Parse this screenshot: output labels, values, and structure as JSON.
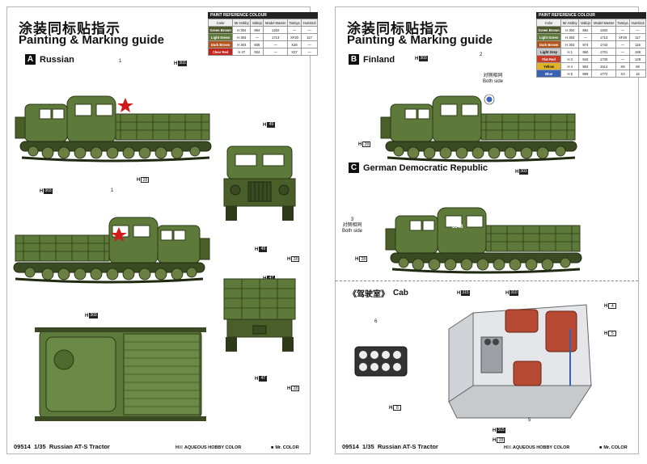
{
  "left": {
    "title_cn": "涂装同标贴指示",
    "title_en": "Painting & Marking guide",
    "ref_table": {
      "caption": "PAINT REFERENCE COLOUR",
      "headers": [
        "Color",
        "Mr.Hobby",
        "Vallejo",
        "Model Master",
        "Tamiya",
        "Humbrol"
      ],
      "rows": [
        {
          "name": "Green Brown",
          "color": "#4e5a2c",
          "hobby": "H 304",
          "vallejo": "884",
          "model": "1402",
          "tamiya": "—",
          "humbrol": "—"
        },
        {
          "name": "Light Green",
          "color": "#5d7a3a",
          "hobby": "H 303",
          "vallejo": "—",
          "model": "1713",
          "tamiya": "XF20",
          "humbrol": "117"
        },
        {
          "name": "Dark Brown",
          "color": "#b1551c",
          "hobby": "H 303",
          "vallejo": "835",
          "model": "—",
          "tamiya": "X26",
          "humbrol": "—"
        },
        {
          "name": "Clear Red",
          "color": "#c3231a",
          "hobby": "H 47",
          "vallejo": "934",
          "model": "—",
          "tamiya": "X27",
          "humbrol": "—"
        }
      ]
    },
    "section": {
      "letter": "A",
      "name": "Russian"
    },
    "labels": {
      "l1": "303",
      "l2": "49",
      "l3": "28",
      "l4": "303",
      "l5": "49",
      "l6": "28",
      "l7": "303",
      "l8": "47",
      "l9": "28"
    },
    "callouts": {
      "c1": "1",
      "c2": "1"
    },
    "footer_code": "09514",
    "footer_scale": "1/35",
    "footer_name": "Russian AT-S Tractor",
    "brand_aqueous": "AQUEOUS HOBBY COLOR",
    "brand_mr": "Mr. COLOR"
  },
  "right": {
    "title_cn": "涂装同标贴指示",
    "title_en": "Painting & Marking guide",
    "ref_table": {
      "caption": "PAINT REFERENCE COLOUR",
      "headers": [
        "Color",
        "Mr.Hobby",
        "Vallejo",
        "Model Master",
        "Tamiya",
        "Humbrol"
      ],
      "rows": [
        {
          "name": "Green Brown",
          "color": "#4e5a2c",
          "hobby": "H 304",
          "vallejo": "884",
          "model": "1402",
          "tamiya": "—",
          "humbrol": "—"
        },
        {
          "name": "Light Green",
          "color": "#5d7a3a",
          "hobby": "H 303",
          "vallejo": "—",
          "model": "1713",
          "tamiya": "XF20",
          "humbrol": "117"
        },
        {
          "name": "Dark Brown",
          "color": "#b1551c",
          "hobby": "H 303",
          "vallejo": "874",
          "model": "1742",
          "tamiya": "—",
          "humbrol": "116"
        },
        {
          "name": "Light Grey",
          "color": "#c9c9c9",
          "hobby": "H 1",
          "vallejo": "950",
          "model": "1701",
          "tamiya": "—",
          "humbrol": "186"
        },
        {
          "name": "Flat Red",
          "color": "#c63b2a",
          "hobby": "H 3",
          "vallejo": "943",
          "model": "1730",
          "tamiya": "—",
          "humbrol": "129"
        },
        {
          "name": "Yellow",
          "color": "#e0b22a",
          "hobby": "H 4",
          "vallejo": "953",
          "model": "1514",
          "tamiya": "X8",
          "humbrol": "69"
        },
        {
          "name": "Blue",
          "color": "#3a62b3",
          "hobby": "H 5",
          "vallejo": "899",
          "model": "1772",
          "tamiya": "X3",
          "humbrol": "15"
        }
      ]
    },
    "section_b": {
      "letter": "B",
      "name": "Finland"
    },
    "section_c": {
      "letter": "C",
      "name": "German Democratic Republic"
    },
    "cab": {
      "cn": "《驾驶室》",
      "en": "Cab"
    },
    "labels": {
      "b1": "303",
      "b2": "28",
      "c1": "303",
      "c2": "28",
      "k1": "315",
      "k2": "310",
      "k3": "4",
      "k4": "5",
      "k5": "8",
      "k6": "315",
      "k7": "28"
    },
    "callouts": {
      "n2": "2",
      "n2_cn": "对侧相同",
      "n2_en": "Both side",
      "n3": "3",
      "n3_cn": "对侧相同",
      "n3_en": "Both side",
      "n6": "6",
      "n5": "5"
    },
    "hull_number": "3348",
    "footer_code": "09514",
    "footer_scale": "1/35",
    "footer_name": "Russian AT-S Tractor",
    "brand_aqueous": "AQUEOUS HOBBY COLOR",
    "brand_mr": "Mr. COLOR"
  }
}
